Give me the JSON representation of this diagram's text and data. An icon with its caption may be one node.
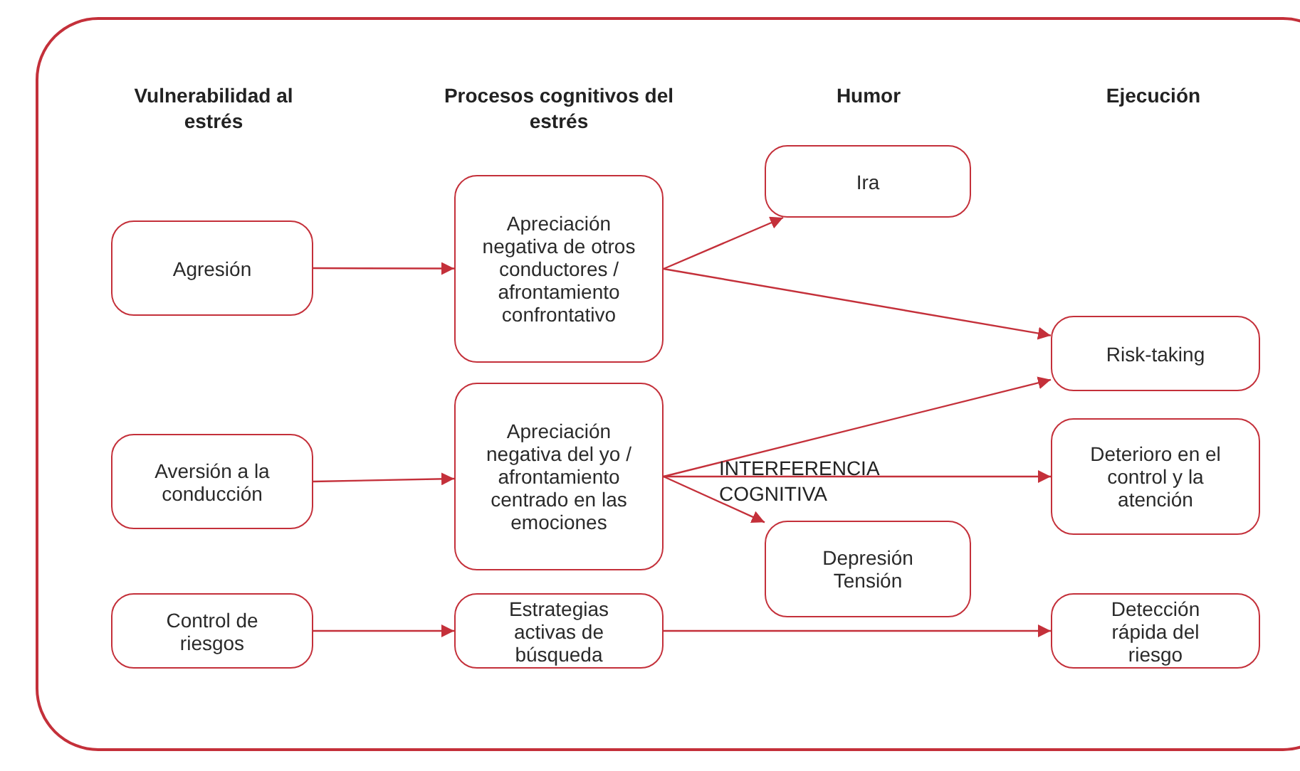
{
  "diagram": {
    "nodes": [
      {
        "text": [
          "Agresión"
        ]
      },
      {
        "text": [
          "Aversión a la conducción"
        ]
      },
      {
        "text": [
          "Control de riesgos"
        ]
      },
      {
        "text": [
          "Apreciación negativa de otros conductores / afrontamiento confrontativo"
        ]
      },
      {
        "text": [
          "Apreciación negativa del yo / afrontamiento centrado en las emociones"
        ]
      },
      {
        "text": [
          "Estrategias activas de búsqueda"
        ]
      },
      {
        "text": [
          "Ira"
        ]
      },
      {
        "text": [
          "Depresión Tensión"
        ]
      },
      {
        "text": [
          "Risk-taking"
        ]
      },
      {
        "text": [
          "Deterioro en el control y la atención"
        ]
      },
      {
        "text": [
          "Detección rápida del riesgo"
        ]
      }
    ],
    "edges": [
      {
        "from": 0,
        "to": 3,
        "arrow": "to"
      },
      {
        "from": 1,
        "to": 4,
        "arrow": "to"
      },
      {
        "from": 2,
        "to": 5,
        "arrow": "to"
      },
      {
        "from": 3,
        "to": 6,
        "arrow": "to"
      },
      {
        "from": 3,
        "to": 8,
        "arrow": "to"
      },
      {
        "from": 4,
        "to": 8,
        "arrow": "to"
      },
      {
        "from": 4,
        "to": 9,
        "arrow": "to"
      },
      {
        "from": 4,
        "to": 7,
        "arrow": "to"
      },
      {
        "from": 5,
        "to": 10,
        "arrow": "to"
      }
    ],
    "labels": [
      "Vulnerabilidad al estrés",
      "Procesos cognitivos del estrés",
      "Humor",
      "Ejecución",
      "INTERFERENCIA COGNITIVA"
    ]
  }
}
